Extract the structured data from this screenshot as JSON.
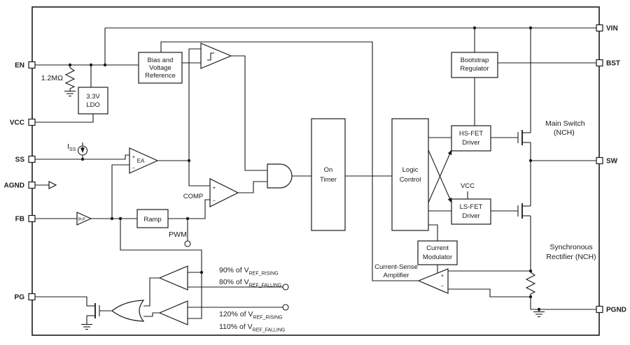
{
  "pins": {
    "en": "EN",
    "vcc": "VCC",
    "ss": "SS",
    "agnd": "AGND",
    "fb": "FB",
    "pg": "PG",
    "vin": "VIN",
    "bst": "BST",
    "sw": "SW",
    "pgnd": "PGND"
  },
  "blocks": {
    "bias": {
      "l1": "Bias and",
      "l2": "Voltage",
      "l3": "Reference"
    },
    "ldo": {
      "l1": "3.3V",
      "l2": "LDO"
    },
    "bootstrap": {
      "l1": "Bootstrap",
      "l2": "Regulator"
    },
    "on_timer": {
      "l1": "On",
      "l2": "Timer"
    },
    "logic": {
      "l1": "Logic",
      "l2": "Control"
    },
    "hs_driver": {
      "l1": "HS-FET",
      "l2": "Driver"
    },
    "ls_driver": {
      "l1": "LS-FET",
      "l2": "Driver"
    },
    "current_modulator": {
      "l1": "Current",
      "l2": "Modulator"
    },
    "current_sense_amp": {
      "l1": "Current-Sense",
      "l2": "Amplifier"
    },
    "ramp": {
      "l1": "Ramp"
    }
  },
  "labels": {
    "en_resistor": "1.2MΩ",
    "iss": {
      "main": "I",
      "sub": "SS"
    },
    "ea": "EA",
    "comp": "COMP",
    "pwm": "PWM",
    "buf": "BUF",
    "vcc_drive": "VCC",
    "main_switch": {
      "l1": "Main Switch",
      "l2": "(NCH)"
    },
    "sync_rect": {
      "l1": "Synchronous",
      "l2": "Rectifier (NCH)"
    },
    "plus": "+",
    "minus": "−"
  },
  "thresholds": {
    "pg_rise_hi": {
      "main": "90% of V",
      "sub": "REF_RISING"
    },
    "pg_fall_hi": {
      "main": "80% of V",
      "sub": "REF_FALLING"
    },
    "pg_rise_lo": {
      "main": "120% of V",
      "sub": "REF_RISING"
    },
    "pg_fall_lo": {
      "main": "110% of V",
      "sub": "REF_FALLING"
    }
  }
}
